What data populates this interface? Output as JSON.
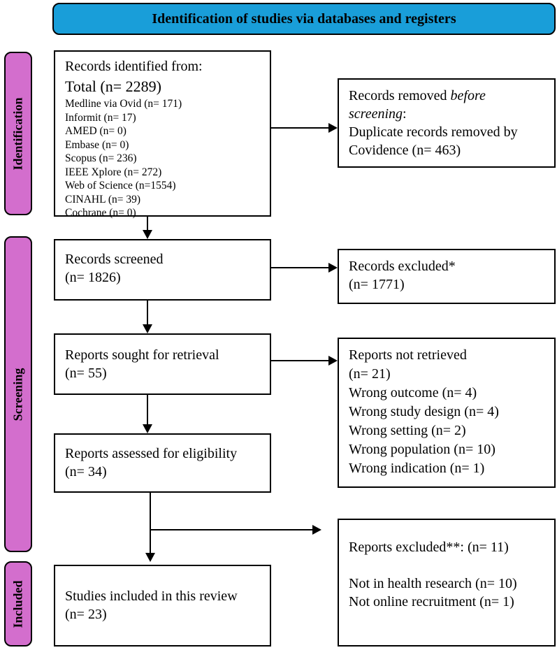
{
  "header": {
    "title": "Identification of studies via databases and registers"
  },
  "colors": {
    "header_bg": "#199ED9",
    "stage_bg": "#D36ECD",
    "border": "#000000"
  },
  "stages": {
    "identification": "Identification",
    "screening": "Screening",
    "included": "Included"
  },
  "boxes": {
    "records_identified": {
      "title": "Records identified from:",
      "total": "Total (n= 2289)",
      "sources": [
        "Medline via Ovid (n= 171)",
        "Informit (n= 17)",
        "AMED (n= 0)",
        "Embase (n= 0)",
        "Scopus (n= 236)",
        "IEEE Xplore (n= 272)",
        "Web of Science (n=1554)",
        "CINAHL (n= 39)",
        "Cochrane (n= 0)"
      ]
    },
    "records_removed": {
      "line1_normal": "Records removed ",
      "line1_italic": "before screening",
      "line1_suffix": ":",
      "line2": "Duplicate records removed by Covidence (n= 463)"
    },
    "records_screened": {
      "line1": "Records screened",
      "line2": "(n= 1826)"
    },
    "records_excluded": {
      "line1": "Records excluded*",
      "line2": "(n= 1771)"
    },
    "reports_sought": {
      "line1": "Reports sought for retrieval",
      "line2": "(n= 55)"
    },
    "reports_not_retrieved": {
      "lines": [
        "Reports not retrieved",
        "(n= 21)",
        "Wrong outcome (n= 4)",
        "Wrong study design (n= 4)",
        "Wrong setting (n= 2)",
        "Wrong population (n= 10)",
        "Wrong indication (n= 1)"
      ]
    },
    "reports_assessed": {
      "line1": "Reports assessed for eligibility",
      "line2": "(n= 34)"
    },
    "reports_excluded": {
      "line1": "Reports excluded**: (n= 11)",
      "line2": "Not in health research (n= 10)",
      "line3": "Not online recruitment (n= 1)"
    },
    "studies_included": {
      "line1": "Studies included in this review",
      "line2": "(n= 23)"
    }
  }
}
